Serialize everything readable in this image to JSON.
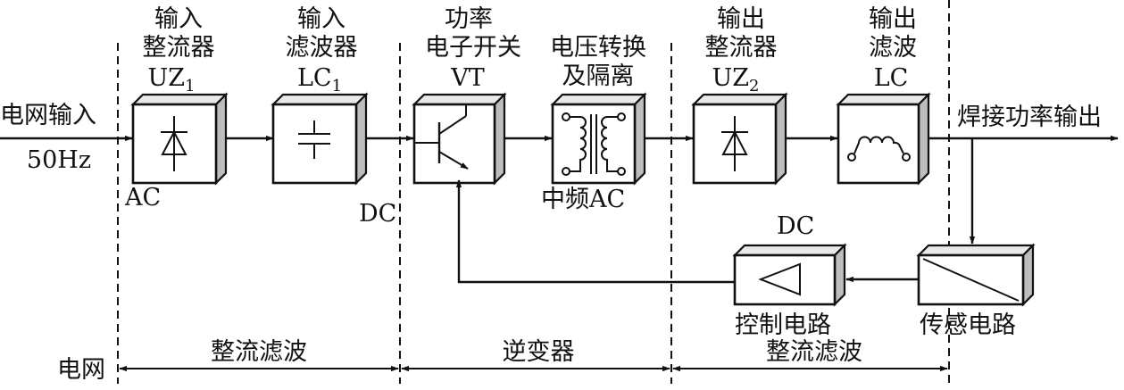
{
  "blocks": {
    "input_rectifier": {
      "title_1": "输入",
      "title_2": "整流器",
      "designation": "UZ",
      "subscript": "1"
    },
    "input_filter": {
      "title_1": "输入",
      "title_2": "滤波器",
      "designation": "LC",
      "subscript": "1"
    },
    "power_switch": {
      "title_1": "功率",
      "title_2": "电子开关",
      "designation": "VT"
    },
    "transformer": {
      "title_1": "电压转换",
      "title_2": "及隔离"
    },
    "output_rectifier": {
      "title_1": "输出",
      "title_2": "整流器",
      "designation": "UZ",
      "subscript": "2"
    },
    "output_filter": {
      "title_1": "输出",
      "title_2": "滤波",
      "designation": "LC"
    },
    "control_circuit": {
      "label": "控制电路"
    },
    "sensor_circuit": {
      "label": "传感电路"
    }
  },
  "signals": {
    "grid_input": "电网输入",
    "grid_freq": "50Hz",
    "ac": "AC",
    "dc": "DC",
    "mid_freq_ac": "中频AC",
    "feedback_dc": "DC",
    "weld_output": "焊接功率输出"
  },
  "stages": {
    "grid": "电网",
    "rect_filter_1": "整流滤波",
    "inverter": "逆变器",
    "rect_filter_2": "整流滤波"
  }
}
